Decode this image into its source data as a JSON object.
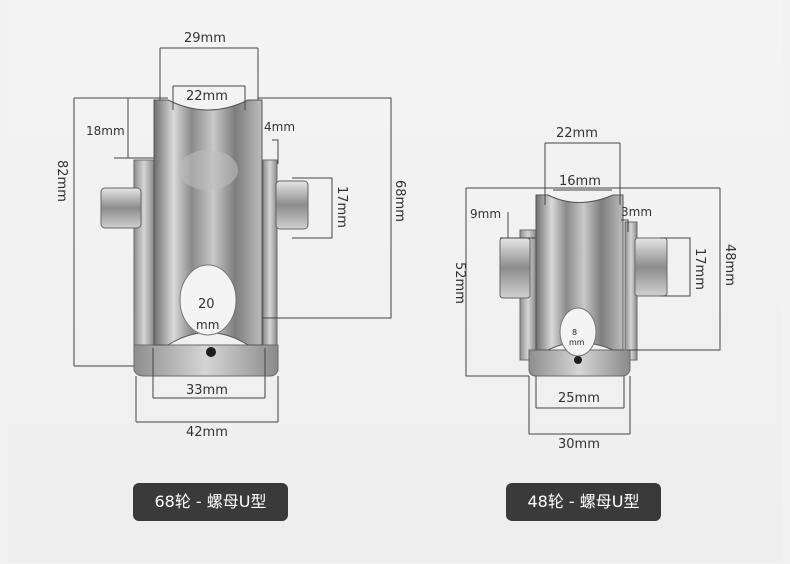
{
  "left_wheel": {
    "dims": {
      "top_width": "29mm",
      "groove_width": "22mm",
      "flange": "18mm",
      "side": "4mm",
      "total_height": "82mm",
      "wheel_diameter": "68mm",
      "nut": "17mm",
      "hole_top": "20",
      "hole_bottom": "mm",
      "inner_base": "33mm",
      "outer_base": "42mm"
    },
    "caption": "68轮 - 螺母U型"
  },
  "right_wheel": {
    "dims": {
      "top_width": "22mm",
      "groove_width": "16mm",
      "flange": "9mm",
      "side": "3mm",
      "total_height": "52mm",
      "wheel_diameter": "48mm",
      "nut": "17mm",
      "hole_top": "8",
      "hole_bottom": "mm",
      "inner_base": "25mm",
      "outer_base": "30mm"
    },
    "caption": "48轮 - 螺母U型"
  }
}
